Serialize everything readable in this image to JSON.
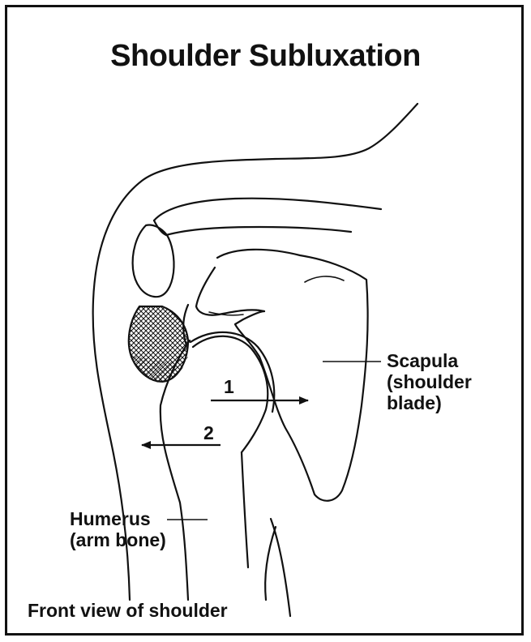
{
  "title": "Shoulder Subluxation",
  "labels": {
    "scapula_line1": "Scapula",
    "scapula_line2": "(shoulder",
    "scapula_line3": "blade)",
    "humerus_line1": "Humerus",
    "humerus_line2": "(arm bone)",
    "arrow1": "1",
    "arrow2": "2"
  },
  "caption": "Front view of shoulder",
  "colors": {
    "line": "#111111",
    "background": "#ffffff"
  }
}
